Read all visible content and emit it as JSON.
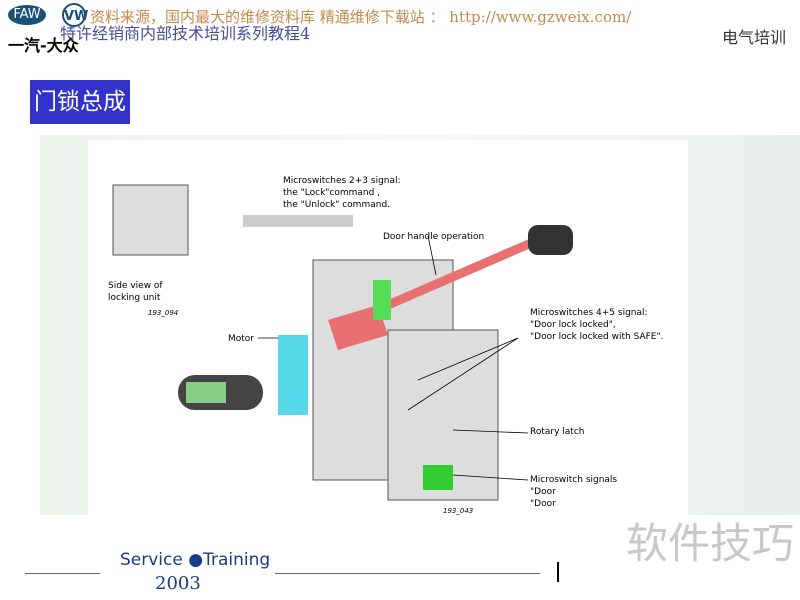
{
  "header": {
    "logo1": "FAW",
    "logo2": "VW",
    "brand": "一汽-大众",
    "source": "资料来源，国内最大的维修资料库 精通维修下载站 ： http://www.gzweix.com/",
    "series": "特许经销商内部技术培训系列教程4",
    "department": "电气培训"
  },
  "slide": {
    "title": "门锁总成"
  },
  "diagram": {
    "side_view": "Side view of\nlocking unit",
    "side_code": "193_094",
    "ms23": "Microswitches 2+3 signal:\nthe \"Lock\"command ,\nthe \"Unlock\" command.",
    "door_handle": "Door handle operation",
    "motor": "Motor",
    "ms45": "Microswitches 4+5 signal:\n\"Door lock locked\",\n\"Door lock locked with SAFE\".",
    "rotary": "Rotary latch",
    "ms_signals": "Microswitch signals\n\"Door\n\"Door",
    "code": "193_043"
  },
  "footer": {
    "service": "Service",
    "training": "Training",
    "year": "2003"
  },
  "watermark": "软件技巧"
}
